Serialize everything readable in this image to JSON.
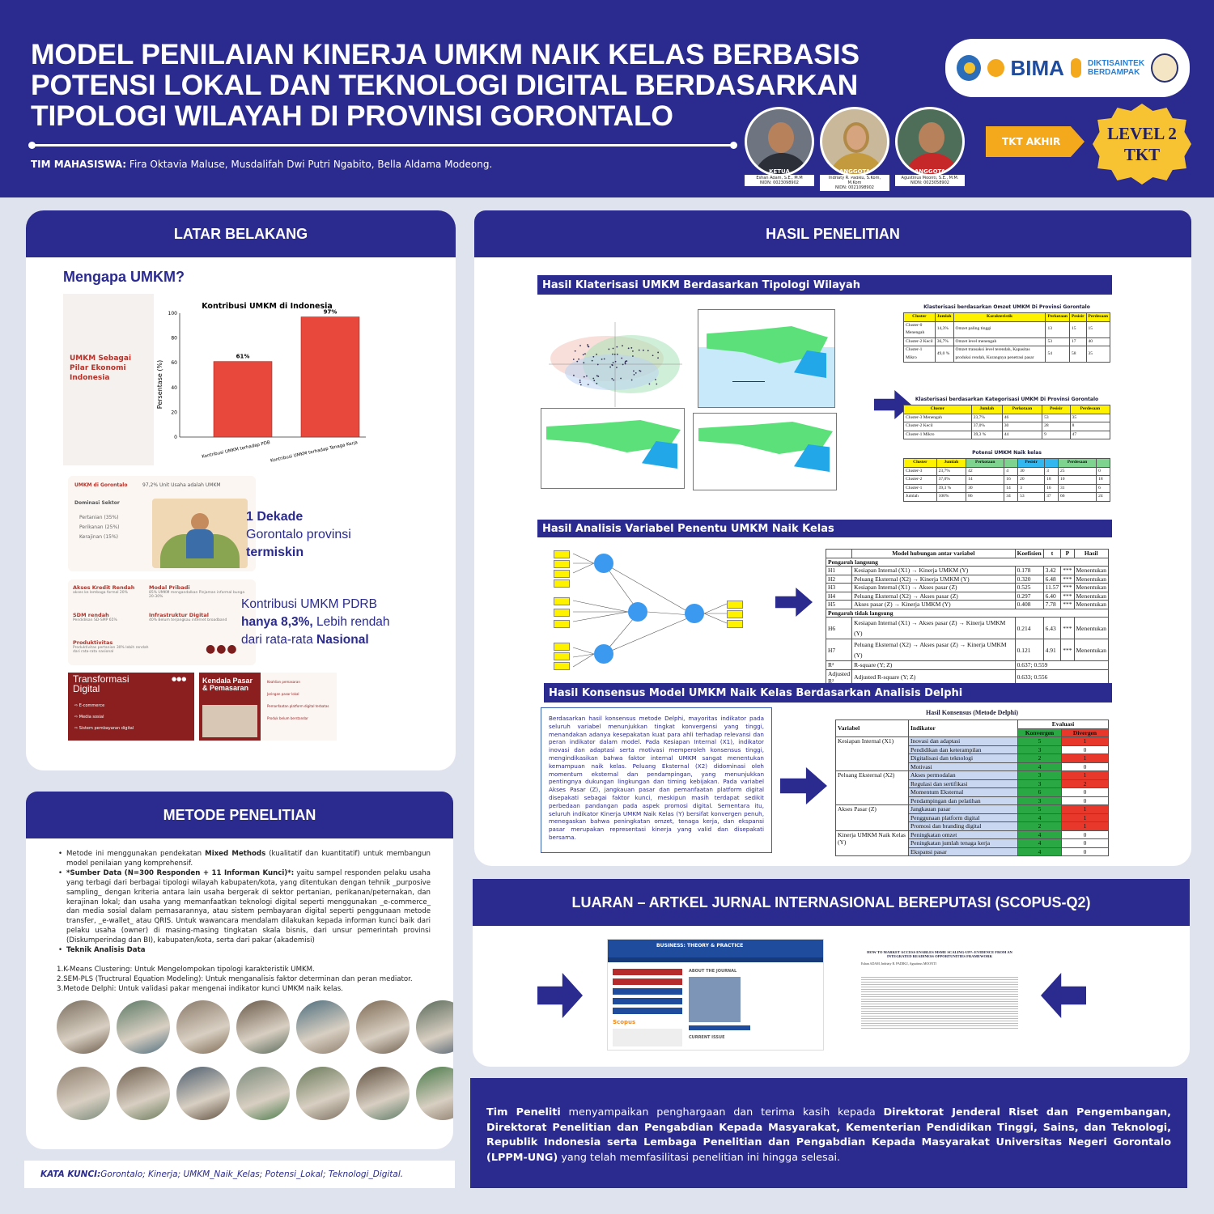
{
  "header": {
    "title_lines": [
      "MODEL PENILAIAN KINERJA UMKM NAIK KELAS BERBASIS",
      "POTENSI LOKAL DAN TEKNOLOGI DIGITAL BERDASARKAN",
      "TIPOLOGI WILAYAH DI PROVINSI GORONTALO"
    ],
    "team_label": "TIM MAHASISWA:",
    "team_names": "Fira Oktavia Maluse, Musdalifah Dwi Putri Ngabito, Bella Aldama Modeong.",
    "logo_text": "BIMA",
    "logo_sub_1": "DIKTISAINTEK",
    "logo_sub_2": "BERDAMPAK",
    "tkt_label": "TKT AKHIR",
    "level_1": "LEVEL 2",
    "level_2": "TKT",
    "members": [
      {
        "role": "KETUA",
        "name": "Eshan Adam, S.E., M.M",
        "id": "NIDN: 0023098902"
      },
      {
        "role": "ANGGOTA",
        "name": "Indriaty R. Padiku, S.Kom, M.Kom",
        "id": "NIDN: 0021098902"
      },
      {
        "role": "ANGGOTA",
        "name": "Agustinus Moonti, S.E., M.M.",
        "id": "NIDN: 0023058902"
      }
    ]
  },
  "latar": {
    "heading": "LATAR BELAKANG",
    "why": "Mengapa UMKM?",
    "pilar": "UMKM Sebagai Pilar Ekonomi Indonesia",
    "dekade_1": "1 Dekade",
    "dekade_2": "Gorontalo provinsi",
    "dekade_3": "termiskin",
    "pdrb_1": "Kontribusi UMKM PDRB",
    "pdrb_2": "hanya 8,3%,",
    "pdrb_3": " Lebih rendah",
    "pdrb_4": "dari rata-rata ",
    "pdrb_5": "Nasional",
    "gorontalo_card_title": "UMKM di Gorontalo",
    "gorontalo_card_note": "97,2% Unit Usaha adalah UMKM",
    "dominasi": "Dominasi Sektor",
    "sektor": [
      "Pertanian (35%)",
      "Perikanan (25%)",
      "Kerajinan (15%)"
    ],
    "issues": [
      {
        "t": "Akses Kredit Rendah",
        "d": "akses ke lembaga formal 20%"
      },
      {
        "t": "Modal Pribadi",
        "d": "85% UMKM mengandalkan Pinjaman informal bunga 20-30%"
      },
      {
        "t": "SDM rendah",
        "d": "Pendidikan SD-SMP 65%"
      },
      {
        "t": "Infrastruktur Digital",
        "d": "40% Belum terjangkau internet broadband"
      },
      {
        "t": "Produktivitas",
        "d": "Produktivitas pertanian 30% lebih rendah dari rata-rata nasional"
      }
    ],
    "transform_title": "Transformasi Digital",
    "transform_items": [
      "E-commerce",
      "Media sosial",
      "Sistem pembayaran digital"
    ],
    "kendala_title": "Kendala Pasar & Pemasaran",
    "kendala_items": [
      "Keahlian pemasaran",
      "Jaringan pasar lokal",
      "Pemanfaatan platform digital terbatas",
      "Produk belum berstandar"
    ]
  },
  "chart_data": {
    "type": "bar",
    "title": "Kontribusi UMKM di Indonesia",
    "categories": [
      "Kontribusi UMKM terhadap PDB",
      "Kontribusi UMKM terhadap Tenaga Kerja"
    ],
    "values": [
      61,
      97
    ],
    "data_labels": [
      "61%",
      "97%"
    ],
    "ylabel": "Persentase (%)",
    "ylim": [
      0,
      100
    ],
    "yticks": [
      "0",
      "20",
      "40",
      "60",
      "80",
      "100"
    ],
    "color": "#e8473c",
    "grid": false
  },
  "metode": {
    "heading": "METODE PENELITIAN",
    "p1_a": "Metode ini menggunakan pendekatan ",
    "p1_b": "Mixed Methods",
    "p1_c": " (kualitatif dan kuantitatif) untuk membangun model penilaian yang komprehensif.",
    "p2_a": "*Sumber Data (N=300 Responden + 11 Informan Kunci)*:",
    "p2_b": " yaitu sampel responden pelaku usaha yang terbagi dari berbagai tipologi wilayah kabupaten/kota, yang ditentukan dengan tehnik _purposive sampling_ dengan kriteria antara lain usaha bergerak di sektor pertanian, perikanan/peternakan, dan kerajinan lokal; dan usaha yang memanfaatkan teknologi digital seperti menggunakan _e-commerce_ dan media sosial dalam pemasarannya, atau sistem pembayaran digital seperti penggunaan metode transfer, _e-wallet_ atau QRIS. Untuk wawancara mendalam dilakukan kepada informan kunci baik dari pelaku usaha (owner) di masing-masing tingkatan skala bisnis, dari unsur pemerintah provinsi (Diskumperindag dan BI), kabupaten/kota, serta dari pakar (akademisi)",
    "teknik": "Teknik Analisis Data",
    "t1": "1.K-Means Clustering: Untuk Mengelompokan tipologi karakteristik UMKM.",
    "t2": "2.SEM-PLS (Tructrural Equation Modeling): Untuk menganalisis faktor determinan dan peran mediator.",
    "t3": "3.Metode Delphi: Untuk validasi pakar mengenai indikator kunci UMKM naik kelas.",
    "kata_kunci_label": "KATA KUNCI:",
    "kata_kunci": " Gorontalo; Kinerja; UMKM_Naik_Kelas; Potensi_Lokal; Teknologi_Digital."
  },
  "hasil": {
    "heading": "HASIL PENELITIAN",
    "s1": "Hasil Klaterisasi UMKM Berdasarkan Tipologi Wilayah",
    "s2": "Hasil Analisis Variabel Penentu UMKM Naik Kelas",
    "s3": "Hasil Konsensus Model UMKM Naik Kelas Berdasarkan Analisis Delphi",
    "k1_title": "Klasterisasi berdasarkan Omzet UMKM Di Provinsi Gorontalo",
    "k2_title": "Klasterisasi berdasarkan Kategorisasi UMKM Di Provinsi Gorontalo",
    "k3_title": "Potensi UMKM Naik kelas",
    "k1_rows": [
      [
        "Cluster-0 Menengah",
        "14,3%",
        "Omzet paling tinggi",
        "13",
        "15",
        "15"
      ],
      [
        "Cluster-2 Kecil",
        "36,7%",
        "Omzet level menengah",
        "53",
        "17",
        "40"
      ],
      [
        "Cluster-1 Mikro",
        "49,0 %",
        "Omzet transaksi level terendah, Kapasitas produksi rendah, Kurangnya penetrasi pasar",
        "54",
        "58",
        "35"
      ]
    ],
    "k2_rows": [
      [
        "Cluster-3 Menengah",
        "23,7%",
        "46",
        "53",
        "35"
      ],
      [
        "Cluster-2 Kecil",
        "37,0%",
        "30",
        "28",
        "8"
      ],
      [
        "Cluster-1 Mikro",
        "39,3 %",
        "44",
        "9",
        "47"
      ]
    ],
    "k3_rows": [
      [
        "Cluster-3",
        "23,7%",
        "42",
        "4",
        "30",
        "3",
        "25",
        "0"
      ],
      [
        "Cluster-2",
        "37,0%",
        "14",
        "16",
        "20",
        "18",
        "10",
        "18"
      ],
      [
        "Cluster-1",
        "39,3 %",
        "30",
        "14",
        "3",
        "16",
        "31",
        "6"
      ],
      [
        "Jumlah",
        "100%",
        "86",
        "34",
        "53",
        "37",
        "66",
        "24"
      ]
    ],
    "sem_title": "Model hubungan antar variabel",
    "sem_head": [
      "",
      "Model hubungan antar variabel",
      "Koefisien",
      "t",
      "P",
      "Hasil"
    ],
    "sem_direct": "Pengaruh langsung",
    "sem_indirect": "Pengaruh tidak langsung",
    "sem_rows": [
      [
        "H1",
        "Kesiapan Internal (X1) → Kinerja UMKM (Y)",
        "0.178",
        "3.42",
        "***",
        "Menentukan"
      ],
      [
        "H2",
        "Peluang Eksternal (X2) → Kinerja UMKM (Y)",
        "0.320",
        "6.48",
        "***",
        "Menentukan"
      ],
      [
        "H3",
        "Kesiapan Internal (X1) → Akses pasar (Z)",
        "0.525",
        "11.57",
        "***",
        "Menentukan"
      ],
      [
        "H4",
        "Peluang Eksternal (X2) → Akses pasar (Z)",
        "0.297",
        "6.40",
        "***",
        "Menentukan"
      ],
      [
        "H5",
        "Akses pasar (Z) → Kinerja UMKM (Y)",
        "0.408",
        "7.78",
        "***",
        "Menentukan"
      ]
    ],
    "sem_rows2": [
      [
        "H6",
        "Kesiapan Internal (X1) → Akses pasar (Z) → Kinerja UMKM (Y)",
        "0.214",
        "6.43",
        "***",
        "Menentukan"
      ],
      [
        "H7",
        "Peluang Eksternal (X2) → Akses pasar (Z) → Kinerja UMKM (Y)",
        "0.121",
        "4.91",
        "***",
        "Menentukan"
      ]
    ],
    "r2": [
      "R²",
      "R-square (Y; Z)",
      "0.637; 0.559"
    ],
    "adjr2": [
      "Adjusted R²",
      "Adjusted R-square (Y; Z)",
      "0.633; 0.556"
    ],
    "delphi_text": "Berdasarkan hasil konsensus metode Delphi, mayoritas indikator pada seluruh variabel menunjukkan tingkat konvergensi yang tinggi, menandakan adanya kesepakatan kuat para ahli terhadap relevansi dan peran indikator dalam model. Pada Kesiapan Internal (X1), indikator inovasi dan adaptasi serta motivasi memperoleh konsensus tinggi, mengindikasikan bahwa faktor internal UMKM sangat menentukan kemampuan naik kelas. Peluang Eksternal (X2) didominasi oleh momentum eksternal dan pendampingan, yang menunjukkan pentingnya dukungan lingkungan dan timing kebijakan. Pada variabel Akses Pasar (Z), jangkauan pasar dan pemanfaatan platform digital disepakati sebagai faktor kunci, meskipun masih terdapat sedikit perbedaan pandangan pada aspek promosi digital. Sementara itu, seluruh indikator Kinerja UMKM Naik Kelas (Y) bersifat konvergen penuh, menegaskan bahwa peningkatan omzet, tenaga kerja, dan ekspansi pasar merupakan representasi kinerja yang valid dan disepakati bersama.",
    "delphi_title": "Hasil Konsensus (Metode Delphi)",
    "delphi_head": [
      "Variabel",
      "Indikator",
      "Evaluasi",
      "Konvergen",
      "Divergen"
    ],
    "delphi_groups": [
      {
        "v": "Kesiapan Internal (X1)",
        "rows": [
          [
            "Inovasi dan adaptasi",
            "5",
            "1"
          ],
          [
            "Pendidikan dan keterampilan",
            "3",
            "0"
          ],
          [
            "Digitalisasi dan teknologi",
            "2",
            "1"
          ],
          [
            "Motivasi",
            "4",
            "0"
          ]
        ]
      },
      {
        "v": "Peluang Eksternal (X2)",
        "rows": [
          [
            "Akses permodalan",
            "3",
            "1"
          ],
          [
            "Regulasi dan sertifikasi",
            "3",
            "2"
          ],
          [
            "Momentum Eksternal",
            "6",
            "0"
          ],
          [
            "Pendampingan dan pelatihan",
            "3",
            "0"
          ]
        ]
      },
      {
        "v": "Akses Pasar (Z)",
        "rows": [
          [
            "Jangkauan pasar",
            "5",
            "1"
          ],
          [
            "Penggunaan platform digital",
            "4",
            "1"
          ],
          [
            "Promosi dan branding digital",
            "2",
            "1"
          ]
        ]
      },
      {
        "v": "Kinerja UMKM Naik Kelas (Y)",
        "rows": [
          [
            "Peningkatan omzet",
            "4",
            "0"
          ],
          [
            "Peningkatan jumlah tenaga kerja",
            "4",
            "0"
          ],
          [
            "Ekspansi pasar",
            "4",
            "0"
          ]
        ]
      }
    ]
  },
  "luaran": {
    "heading": "LUARAN – ARTKEL JURNAL INTERNASIONAL BEREPUTASI (SCOPUS-Q2)",
    "journal_brand": "BUSINESS: THEORY & PRACTICE",
    "journal_about": "ABOUT THE JOURNAL",
    "journal_current": "CURRENT ISSUE",
    "scopus": "Scopus",
    "paper_title": "HOW TO MARKET ACCESS ENABLES MSME SCALING-UP?: EVIDENCE FROM AN INTEGRATED READINESS OPPORTUNITIES FRAMEWORK",
    "paper_authors": "Eshan ADAM, Indriaty R. PADIKU, Agustinus MOONTI"
  },
  "thanks": {
    "a": "Tim Peneliti",
    "b": " menyampaikan penghargaan dan terima kasih kepada ",
    "c": "Direktorat Jenderal Riset dan Pengembangan, Direktorat Penelitian dan Pengabdian Kepada Masyarakat, Kementerian Pendidikan Tinggi, Sains, dan Teknologi, Republik Indonesia serta Lembaga Penelitian dan Pengabdian Kepada Masyarakat Universitas Negeri Gorontalo (LPPM-UNG)",
    "d": " yang telah memfasilitasi penelitian ini hingga selesai."
  },
  "colors": {
    "navy": "#2a2a8f",
    "accent": "#f4a81c",
    "red": "#e8473c",
    "green": "#29a843"
  }
}
